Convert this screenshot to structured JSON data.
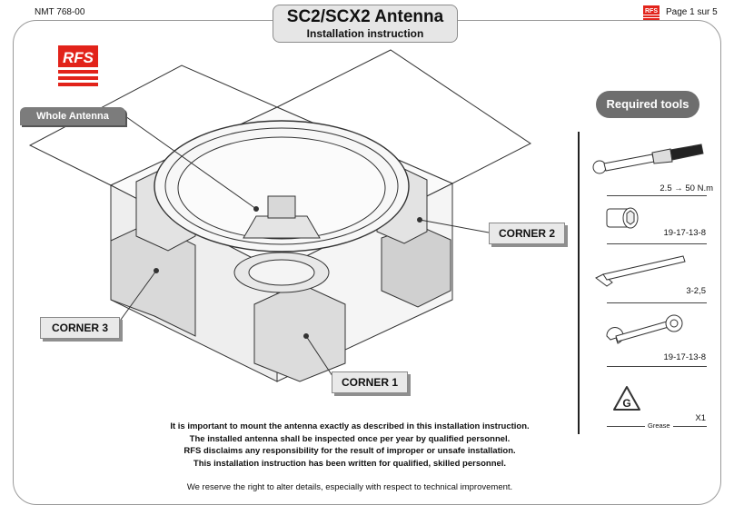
{
  "header": {
    "doc_number": "NMT 768-00",
    "title": "SC2/SCX2 Antenna",
    "subtitle": "Installation instruction",
    "page_label": "Page 1 sur 5"
  },
  "logo": {
    "text": "RFS",
    "color": "#e2231a"
  },
  "callouts": {
    "whole_antenna": "Whole Antenna",
    "corner_1": "CORNER 1",
    "corner_2": "CORNER 2",
    "corner_3": "CORNER 3"
  },
  "tools": {
    "heading": "Required tools",
    "items": [
      {
        "icon": "torque-wrench-icon",
        "label": "2.5 → 50 N.m"
      },
      {
        "icon": "socket-icon",
        "label": "19-17-13-8"
      },
      {
        "icon": "allen-key-icon",
        "label": "3-2,5"
      },
      {
        "icon": "combination-wrench-icon",
        "label": "19-17-13-8"
      },
      {
        "icon": "grease-icon",
        "label": "X1",
        "sublabel": "Grease",
        "symbol": "G"
      }
    ]
  },
  "notice": {
    "lines": [
      "It is important to mount the antenna exactly as described in this installation instruction.",
      "The installed antenna shall be inspected once per year by qualified personnel.",
      "RFS disclaims any responsibility for the result of improper or unsafe installation.",
      "This installation instruction has been written for qualified, skilled personnel."
    ],
    "footer": "We reserve the right to alter details, especially with respect to technical improvement."
  }
}
